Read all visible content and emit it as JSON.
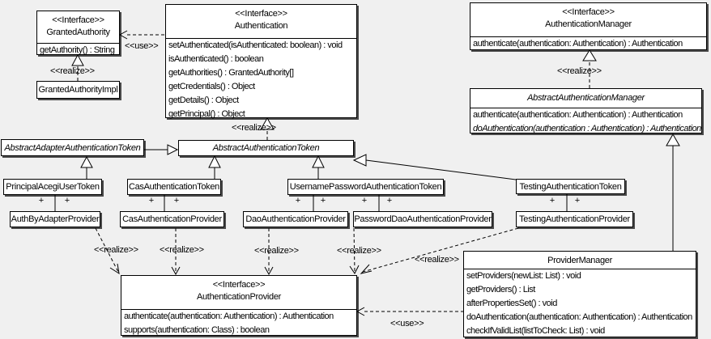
{
  "labels": {
    "use": "<<use>>",
    "realize": "<<realize>>",
    "plus": "+"
  },
  "classes": {
    "granted_authority": {
      "stereotype": "<<Interface>>",
      "name": "GrantedAuthority",
      "methods": [
        "getAuthority() : String"
      ]
    },
    "granted_authority_impl": {
      "name": "GrantedAuthorityImpl"
    },
    "authentication": {
      "stereotype": "<<Interface>>",
      "name": "Authentication",
      "methods": [
        "setAuthenticated(isAuthenticated: boolean) : void",
        "isAuthenticated() : boolean",
        "getAuthorities() : GrantedAuthority[]",
        "getCredentials() : Object",
        "getDetails() : Object",
        "getPrincipal() : Object"
      ]
    },
    "authentication_manager": {
      "stereotype": "<<Interface>>",
      "name": "AuthenticationManager",
      "methods": [
        "authenticate(authentication: Authentication) : Authentication"
      ]
    },
    "abstract_authentication_manager": {
      "name": "AbstractAuthenticationManager",
      "methods": [
        "authenticate(authentication: Authentication) : Authentication",
        "doAuthentication(authentication : Authentication) : Authentication"
      ]
    },
    "abstract_adapter_authentication_token": {
      "name": "AbstractAdapterAuthenticationToken"
    },
    "abstract_authentication_token": {
      "name": "AbstractAuthenticationToken"
    },
    "principal_acegi_user_token": {
      "name": "PrincipalAcegiUserToken"
    },
    "cas_authentication_token": {
      "name": "CasAuthenticationToken"
    },
    "username_password_authentication_token": {
      "name": "UsernamePasswordAuthenticationToken"
    },
    "testing_authentication_token": {
      "name": "TestingAuthenticationToken"
    },
    "auth_by_adapter_provider": {
      "name": "AuthByAdapterProvider"
    },
    "cas_authentication_provider": {
      "name": "CasAuthenticationProvider"
    },
    "dao_authentication_provider": {
      "name": "DaoAuthenticationProvider"
    },
    "password_dao_authentication_provider": {
      "name": "PasswordDaoAuthenticationProvider"
    },
    "testing_authentication_provider": {
      "name": "TestingAuthenticationProvider"
    },
    "authentication_provider": {
      "stereotype": "<<Interface>>",
      "name": "AuthenticationProvider",
      "methods": [
        "authenticate(authentication: Authentication) : Authentication",
        "supports(authentication: Class) : boolean"
      ]
    },
    "provider_manager": {
      "name": "ProviderManager",
      "methods": [
        "setProviders(newList: List) : void",
        "getProviders() : List",
        "afterPropertiesSet() : void",
        "doAuthentication(authentication: Authentication) : Authentication",
        "checkIfValidList(listToCheck: List) : void"
      ]
    }
  },
  "colors": {
    "background": "#f0f0f0",
    "box_fill": "#ffffff",
    "line": "#000000",
    "shadow": "#4a4a4a"
  }
}
